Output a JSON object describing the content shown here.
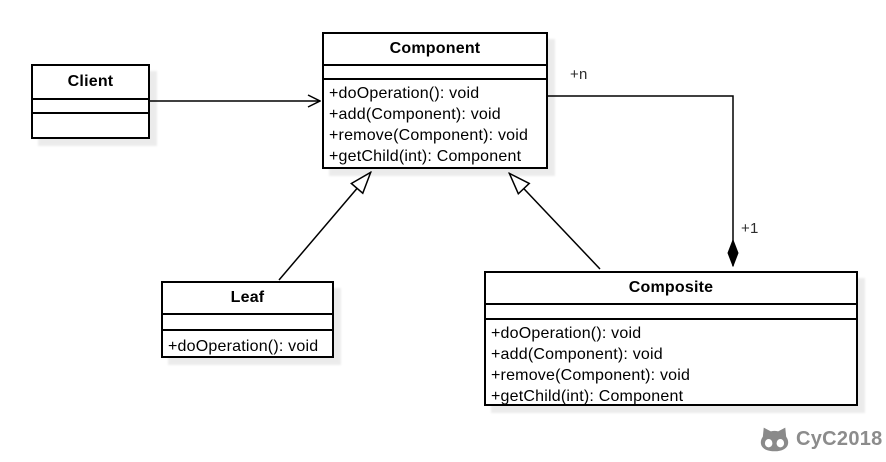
{
  "classes": {
    "client": {
      "name": "Client",
      "methods": []
    },
    "component": {
      "name": "Component",
      "methods": [
        "+doOperation(): void",
        "+add(Component): void",
        "+remove(Component): void",
        "+getChild(int): Component"
      ]
    },
    "leaf": {
      "name": "Leaf",
      "methods": [
        "+doOperation(): void"
      ]
    },
    "composite": {
      "name": "Composite",
      "methods": [
        "+doOperation(): void",
        "+add(Component): void",
        "+remove(Component): void",
        "+getChild(int): Component"
      ]
    }
  },
  "edges": {
    "composition_source_multiplicity": "+n",
    "composition_target_multiplicity": "+1"
  },
  "watermark": {
    "text": "CyC2018",
    "color": "#8c8c8c"
  },
  "colors": {
    "box_border": "#000000",
    "box_fill": "#ffffff",
    "shadow": "#ececec"
  }
}
